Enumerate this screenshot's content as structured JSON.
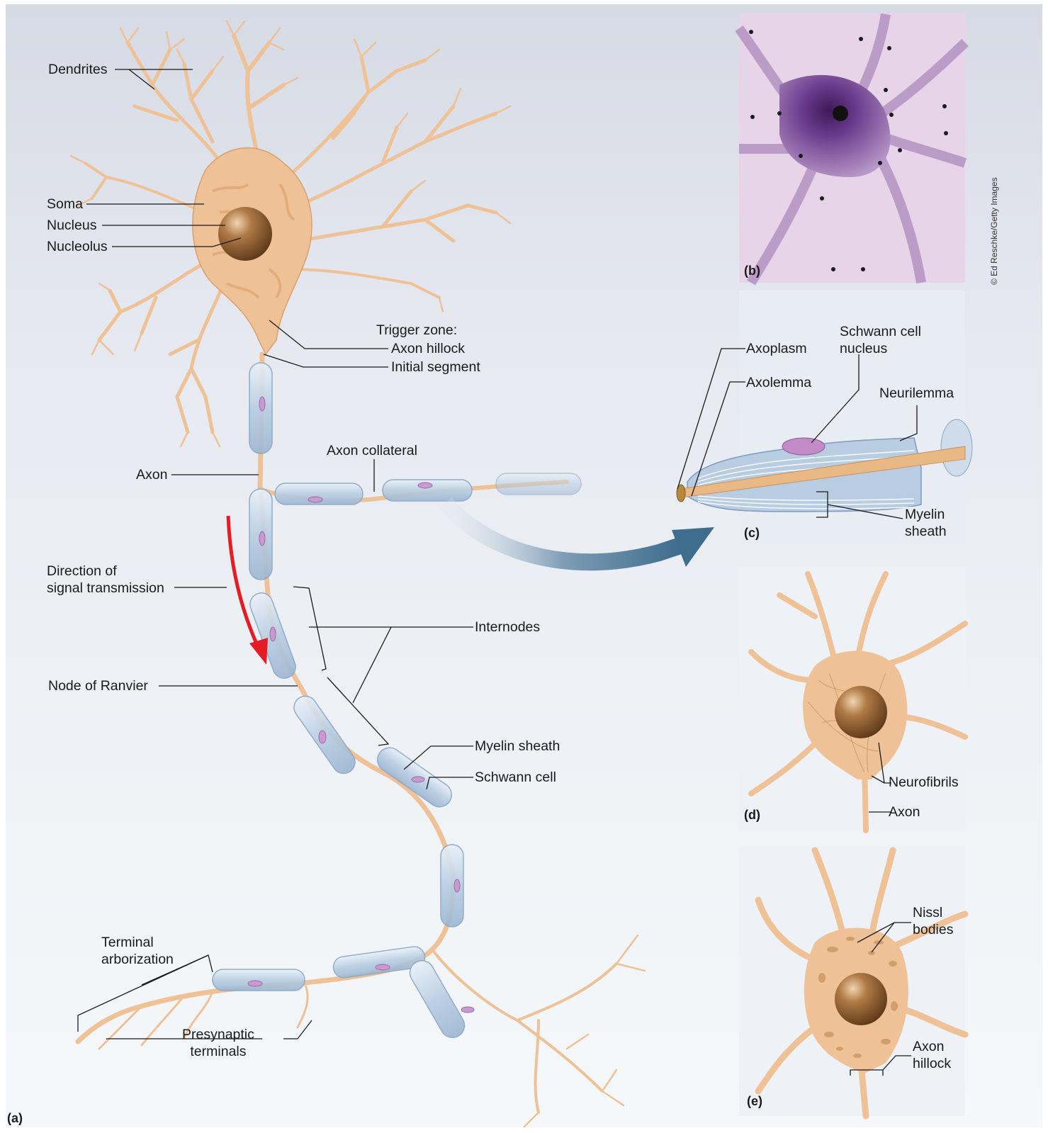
{
  "panel_a": {
    "letter": "(a)",
    "labels": {
      "dendrites": "Dendrites",
      "soma": "Soma",
      "nucleus": "Nucleus",
      "nucleolus": "Nucleolus",
      "trigger_zone": "Trigger zone:",
      "axon_hillock": "Axon hillock",
      "initial_segment": "Initial segment",
      "axon_collateral": "Axon collateral",
      "axon": "Axon",
      "direction": "Direction of\nsignal transmission",
      "internodes": "Internodes",
      "node_of_ranvier": "Node of Ranvier",
      "myelin_sheath": "Myelin sheath",
      "schwann_cell": "Schwann cell",
      "terminal_arborization": "Terminal\narborization",
      "presynaptic_terminals": "Presynaptic\nterminals"
    }
  },
  "panel_b": {
    "letter": "(b)",
    "credit": "© Ed Reschke/Getty Images"
  },
  "panel_c": {
    "letter": "(c)",
    "labels": {
      "axoplasm": "Axoplasm",
      "axolemma": "Axolemma",
      "schwann_cell_nucleus": "Schwann cell\nnucleus",
      "neurilemma": "Neurilemma",
      "myelin_sheath": "Myelin\nsheath"
    }
  },
  "panel_d": {
    "letter": "(d)",
    "labels": {
      "neurofibrils": "Neurofibrils",
      "axon": "Axon"
    }
  },
  "panel_e": {
    "letter": "(e)",
    "labels": {
      "nissl_bodies": "Nissl\nbodies",
      "axon_hillock": "Axon\nhillock"
    }
  },
  "colors": {
    "neuron": "#eec196",
    "neuron_dark": "#d9a06c",
    "myelin": "#c6d7ea",
    "nucleus": "#8a5a30",
    "arrow_red": "#e51c23",
    "arrow_blue": "#3e6d8e",
    "stain": "#7c4c9c"
  }
}
